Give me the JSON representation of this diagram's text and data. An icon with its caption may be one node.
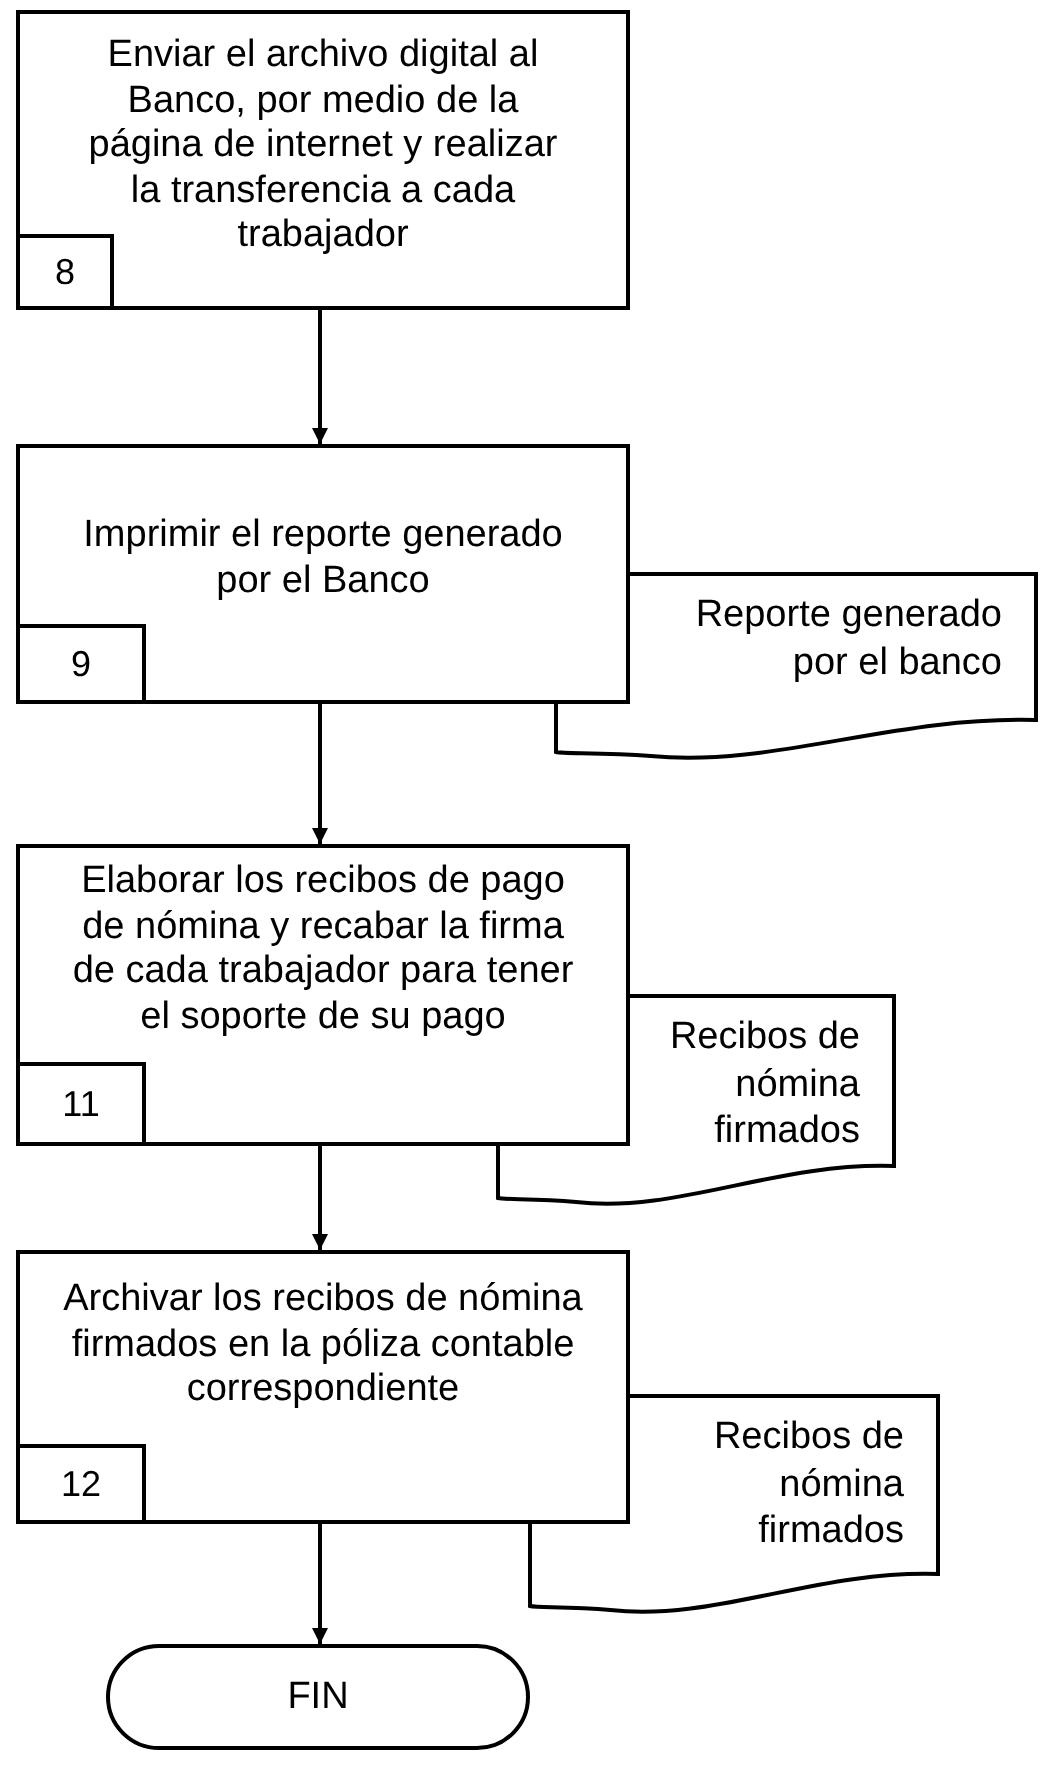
{
  "diagram": {
    "nodes": [
      {
        "text": [
          "Enviar el archivo digital al Banco, por medio de la página de internet y realizar la transferencia a cada trabajador",
          "8"
        ]
      },
      {
        "text": [
          "Imprimir el reporte generado por el Banco",
          "9"
        ]
      },
      {
        "text": [
          "Reporte generado por el banco"
        ]
      },
      {
        "text": [
          "Elaborar los recibos de pago de nómina y recabar la firma de cada trabajador para tener el soporte de su pago",
          "11"
        ]
      },
      {
        "text": [
          "Recibos de nómina firmados"
        ]
      },
      {
        "text": [
          "Archivar los recibos de nómina firmados en la póliza contable correspondiente",
          "12"
        ]
      },
      {
        "text": [
          "Recibos de nómina firmados"
        ]
      },
      {
        "text": [
          "FIN"
        ]
      }
    ],
    "edges": [
      {
        "from": 0,
        "to": 1,
        "arrow": "to"
      },
      {
        "from": 1,
        "to": 3,
        "arrow": "to"
      },
      {
        "from": 3,
        "to": 5,
        "arrow": "to"
      },
      {
        "from": 5,
        "to": 7,
        "arrow": "to"
      }
    ]
  }
}
